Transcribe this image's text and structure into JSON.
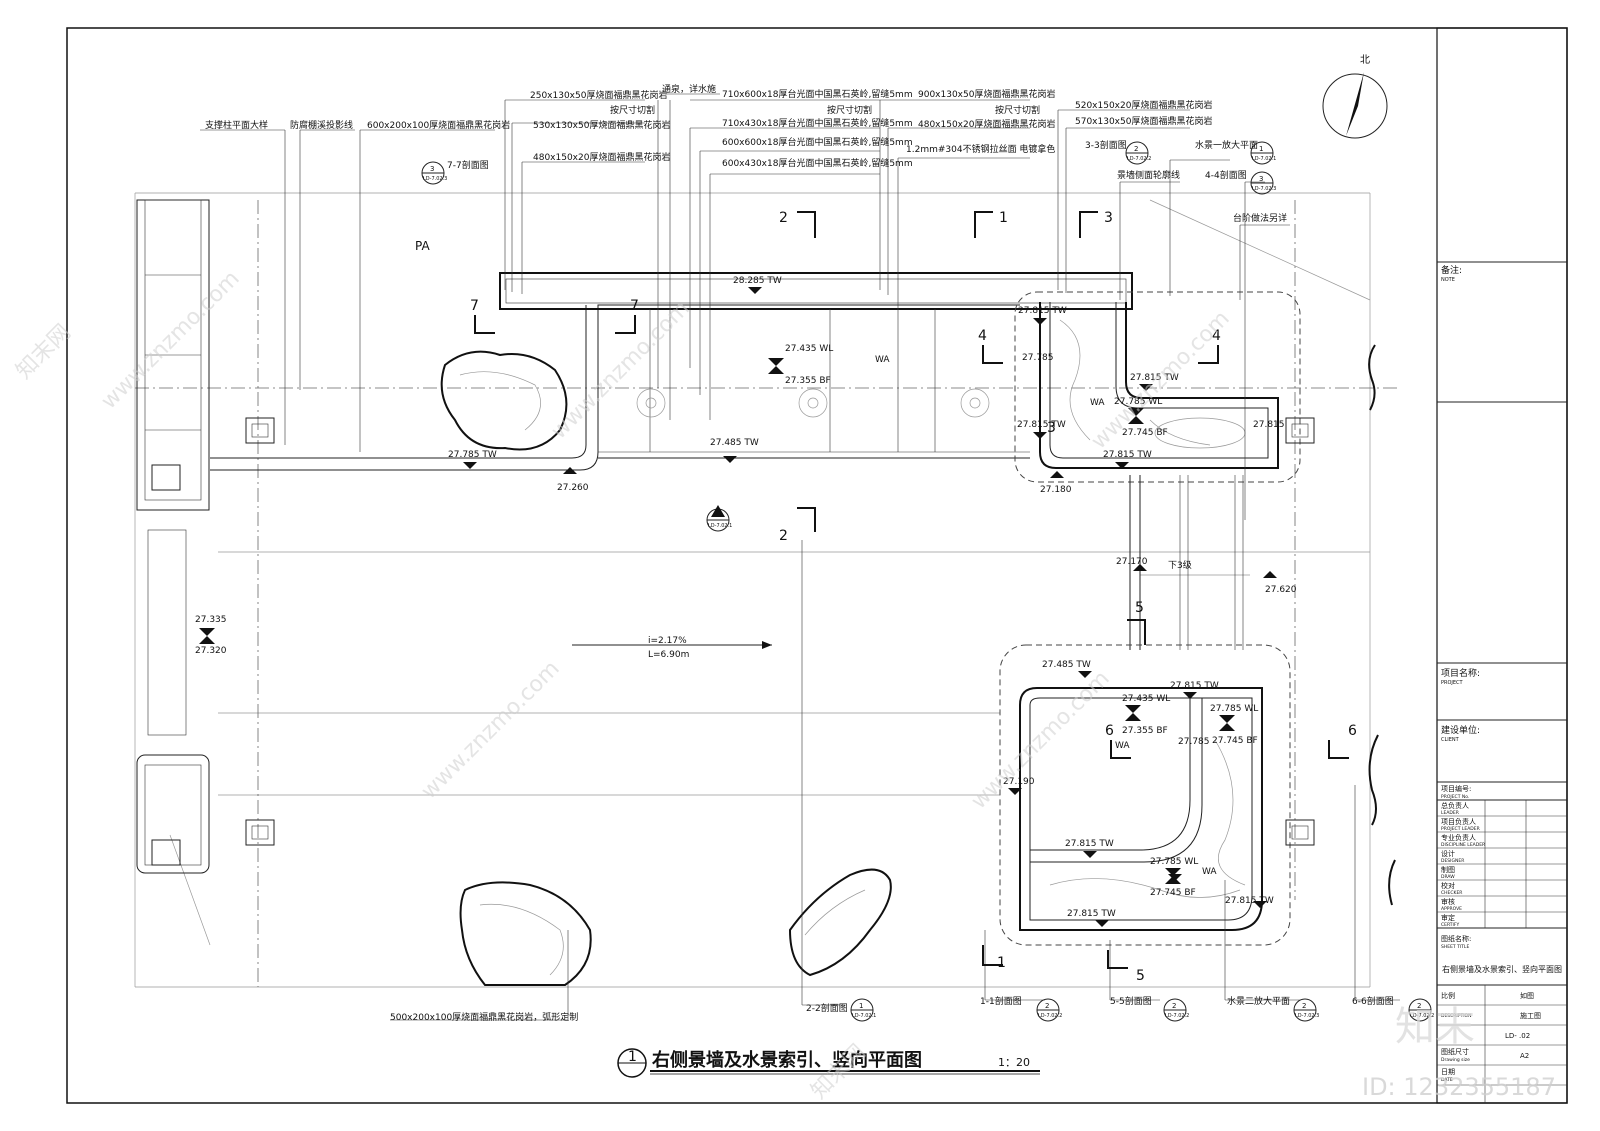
{
  "title": {
    "number": "1",
    "text": "右侧景墙及水景索引、竖向平面图",
    "scale": "1：20"
  },
  "north": "北",
  "zones": [
    "PA",
    "WA",
    "WA",
    "WA",
    "WA"
  ],
  "levels": [
    "28.285 TW",
    "27.785 TW",
    "27.485 TW",
    "27.260",
    "27.435 WL",
    "27.355 BF",
    "27.815 TW",
    "27.785",
    "27.815 TW",
    "27.815 TW",
    "27.785 WL",
    "27.745 BF",
    "27.815",
    "27.815 TW",
    "27.180",
    "27.170",
    "下3级",
    "27.620",
    "27.335",
    "27.320",
    "27.485 TW",
    "27.815 TW",
    "27.435 WL",
    "27.355 BF",
    "27.785 WL",
    "27.745 BF",
    "27.785",
    "27.190",
    "27.815 TW",
    "27.785 WL",
    "27.745 BF",
    "27.815 TW",
    "27.815 TW"
  ],
  "slope": {
    "grade": "i=2.17%",
    "length": "L=6.90m"
  },
  "callouts": [
    "250x130x50厚烧面福鼎黑花岗岩",
    "530x130x50厚烧面福鼎黑花岗岩",
    "480x150x20厚烧面福鼎黑花岗岩",
    "通泉，详水施",
    "710x600x18厚台光面中国黑石英岭,留缝5mm",
    "按尺寸切割",
    "710x430x18厚台光面中国黑石英岭,留缝5mm",
    "按尺寸切割",
    "600x600x18厚台光面中国黑石英岭,留缝5mm",
    "600x430x18厚台光面中国黑石英岭,留缝5mm",
    "900x130x50厚烧面福鼎黑花岗岩",
    "按尺寸切割",
    "480x150x20厚烧面福鼎黑花岗岩",
    "1.2mm#304不锈钢拉丝面 电镀拿色",
    "520x150x20厚烧面福鼎黑花岗岩",
    "570x130x50厚烧面福鼎黑花岗岩",
    "支撑柱平面大样",
    "防腐棚溪投影线",
    "600x200x100厚烧面福鼎黑花岗岩",
    "3-3剖面图",
    "景墙侧面轮廓线",
    "水景一放大平面",
    "4-4剖面图",
    "台阶做法另详",
    "7-7剖面图",
    "500x200x100厚烧面福鼎黑花岗岩，弧形定制",
    "1-1剖面图",
    "2-2剖面图",
    "5-5剖面图",
    "水景二放大平面",
    "6-6剖面图"
  ],
  "index_marks": [
    {
      "top": "3",
      "bottom": "LD-7.02.3"
    },
    {
      "top": "2",
      "bottom": "LD-7.02.2"
    },
    {
      "top": "1",
      "bottom": "LD-7.02.1"
    },
    {
      "top": "3",
      "bottom": "LD-7.02.3"
    },
    {
      "top": "",
      "bottom": "LD-7.02.1"
    },
    {
      "top": "2",
      "bottom": "LD-7.02.2"
    },
    {
      "top": "1",
      "bottom": "LD-7.02.1"
    },
    {
      "top": "2",
      "bottom": "LD-7.02.2"
    },
    {
      "top": "2",
      "bottom": "LD-7.02.3"
    },
    {
      "top": "2",
      "bottom": "LD-7.02.2"
    }
  ],
  "section_marks": [
    "2",
    "1",
    "3",
    "4",
    "4",
    "3",
    "7",
    "7",
    "2",
    "5",
    "6",
    "6",
    "1",
    "5"
  ],
  "title_block": {
    "note": "备注:",
    "note_en": "NOTE",
    "project": "项目名称:",
    "project_en": "PROJECT",
    "client": "建设单位:",
    "client_en": "CLIENT",
    "project_no": "项目编号:",
    "project_no_en": "PROJECT No.",
    "roles": [
      {
        "zh": "总负责人",
        "en": "LEADER"
      },
      {
        "zh": "项目负责人",
        "en": "PROJECT LEADER"
      },
      {
        "zh": "专业负责人",
        "en": "DISCIPLINE LEADER"
      },
      {
        "zh": "设计",
        "en": "DESIGNER"
      },
      {
        "zh": "制图",
        "en": "DRAW"
      },
      {
        "zh": "校对",
        "en": "CHECKER"
      },
      {
        "zh": "审核",
        "en": "APPROVE"
      },
      {
        "zh": "审定",
        "en": "CERTIFY"
      }
    ],
    "sheet_title": "图纸名称:",
    "sheet_title_en": "SHEET TITLE",
    "sheet_title_value": "右侧景墙及水景索引、竖向平面图",
    "scale": "比例",
    "scale_value": "如图",
    "description_en": "DESCRIPTION",
    "description_value": "施工图",
    "drawing_no_value": "LD-   .02",
    "size": "图纸尺寸",
    "size_en": "Drawing size",
    "size_value": "A2",
    "date": "日期",
    "date_en": "DATE"
  },
  "watermark": {
    "site": "www.znzmo.com",
    "brand": "知末",
    "id": "ID: 1232355187",
    "brand_small": "知末网"
  }
}
